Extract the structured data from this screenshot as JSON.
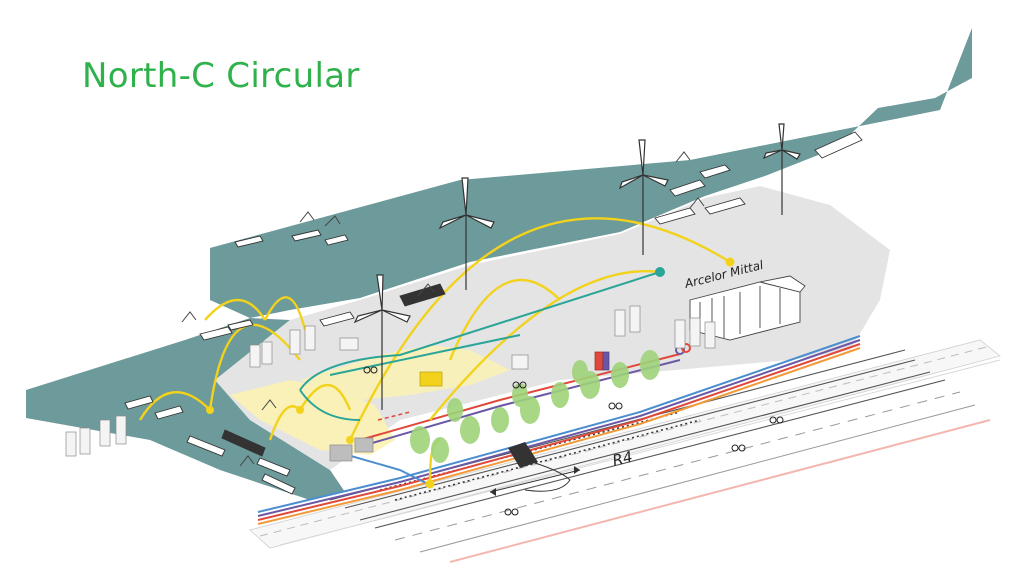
{
  "title": "North-C Circular",
  "labels": {
    "company": "Arcelor Mittal",
    "road": "R4"
  },
  "colors": {
    "title": "#2fb14b",
    "water": "#6d9a9a",
    "land": "#e4e4e4",
    "flow_yellow": "#f2d21b",
    "flow_teal": "#2aa597",
    "utility_red": "#e0483a",
    "utility_purple": "#6b58a5",
    "utility_orange": "#f29a3a",
    "utility_blue": "#4b8ed0",
    "trees": "#9fd37a"
  }
}
